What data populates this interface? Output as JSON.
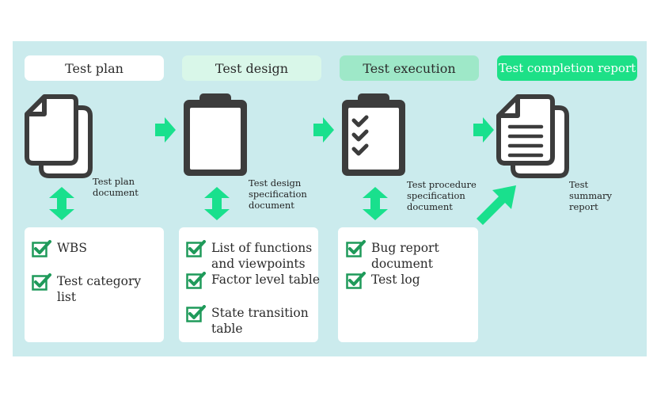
{
  "stages": [
    {
      "label": "Test plan"
    },
    {
      "label": "Test design"
    },
    {
      "label": "Test execution"
    },
    {
      "label": "Test completion report"
    }
  ],
  "documents": [
    {
      "caption_lines": [
        "Test plan",
        "document"
      ],
      "icon": "stacked-document-icon"
    },
    {
      "caption_lines": [
        "Test design",
        "specification",
        "document"
      ],
      "icon": "clipboard-icon"
    },
    {
      "caption_lines": [
        "Test procedure",
        "specification",
        "document"
      ],
      "icon": "checklist-clipboard-icon"
    },
    {
      "caption_lines": [
        "Test",
        "summary",
        "report"
      ],
      "icon": "report-document-icon"
    }
  ],
  "cards": [
    {
      "items": [
        {
          "lines": [
            "WBS"
          ]
        },
        {
          "lines": [
            "Test category",
            "list"
          ]
        }
      ]
    },
    {
      "items": [
        {
          "lines": [
            "List of functions",
            "and viewpoints"
          ]
        },
        {
          "lines": [
            "Factor level table"
          ]
        },
        {
          "lines": [
            "State transition",
            "table"
          ]
        }
      ]
    },
    {
      "items": [
        {
          "lines": [
            "Bug report",
            "document"
          ]
        },
        {
          "lines": [
            "Test log"
          ]
        }
      ]
    }
  ],
  "colors": {
    "panel": "#cbebed",
    "arrow": "#19e08d",
    "check": "#1f9a5a",
    "icon_stroke": "#3c3c3c"
  }
}
